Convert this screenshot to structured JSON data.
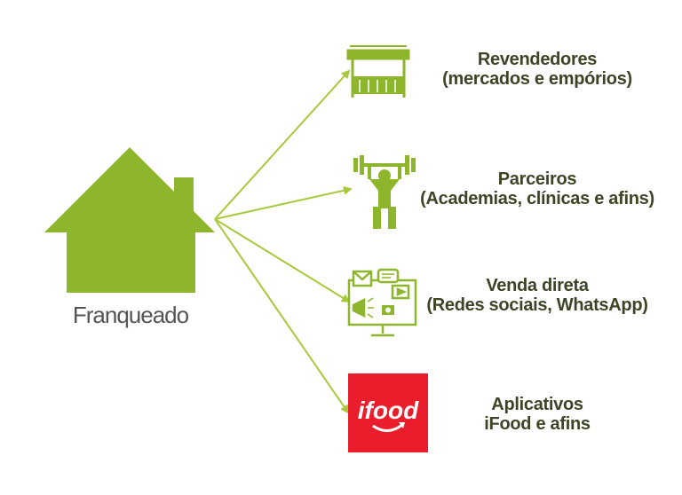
{
  "hub": {
    "label": "Franqueado",
    "icon": "house-icon"
  },
  "channels": [
    {
      "icon": "market-stall-icon",
      "title": "Revendedores",
      "subtitle": "(mercados e empórios)"
    },
    {
      "icon": "weightlifter-icon",
      "title": "Parceiros",
      "subtitle": "(Academias, clínicas e afins)"
    },
    {
      "icon": "social-media-monitor-icon",
      "title": "Venda direta",
      "subtitle": "(Redes sociais, WhatsApp)"
    },
    {
      "icon": "ifood-logo-icon",
      "title": "Aplicativos",
      "subtitle": "iFood e afins",
      "logo_text": "ifood"
    }
  ],
  "colors": {
    "accent": "#8db62c",
    "text": "#3c4526",
    "hub_text": "#555555",
    "ifood_red": "#ea1d2c"
  }
}
